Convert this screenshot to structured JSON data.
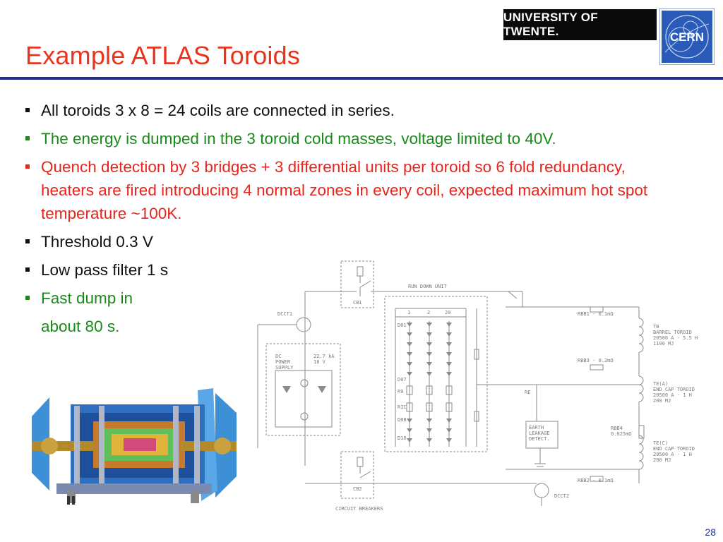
{
  "slide": {
    "title": "Example ATLAS Toroids",
    "page_number": "28"
  },
  "logos": {
    "university": "UNIVERSITY OF TWENTE.",
    "cern": "CERN"
  },
  "bullets": [
    {
      "text": "All toroids 3 x 8 = 24 coils are connected in series.",
      "color": "#111111"
    },
    {
      "text": "The energy is dumped in the 3 toroid cold masses, voltage limited to 40V.",
      "color": "#1a8a1a"
    },
    {
      "text": "Quench detection by 3 bridges + 3 differential units per toroid so 6 fold redundancy, heaters are fired introducing 4 normal zones in every coil, expected maximum hot spot temperature ~100K.",
      "color": "#e8241c"
    },
    {
      "text": "Threshold 0.3 V",
      "color": "#111111"
    },
    {
      "text": "Low pass filter 1 s",
      "color": "#111111"
    },
    {
      "text": "Fast dump in",
      "continuation": "about 80 s.",
      "color": "#1a8a1a"
    }
  ],
  "schematic": {
    "cb1": "CB1",
    "cb2": "CB2",
    "run_down_unit": "RUN DOWN UNIT",
    "dcct1": "DCCT1",
    "dcct2": "DCCT2",
    "dc_supply": [
      "DC",
      "POWER",
      "SUPPLY"
    ],
    "supply_rating": [
      "22.7 kA",
      "18 V"
    ],
    "columns": [
      "1",
      "2",
      "20"
    ],
    "row_labels": [
      "D01",
      "D07",
      "R9",
      "RIC",
      "D08",
      "D10"
    ],
    "rbb1": "RBB1 - 0.1mΩ",
    "rbb3": "RBB3 - 0.2mΩ",
    "rbb4": [
      "RBB4",
      "0.025mΩ"
    ],
    "rbb2": "RBB2 - 0.1mΩ",
    "re": "RE",
    "earth_leakage": [
      "EARTH",
      "LEAKAGE",
      "DETECT."
    ],
    "circuit_breakers": "CIRCUIT BREAKERS",
    "coil_bt": [
      "TB",
      "BARREL TOROID",
      "20500 A - 5.5 H",
      "1100 MJ"
    ],
    "coil_eca": [
      "TE(A)",
      "END CAP TOROID",
      "20500 A - 1 H",
      "200 MJ"
    ],
    "coil_ecc": [
      "TE(C)",
      "END CAP TOROID",
      "20500 A - 1 H",
      "200 MJ"
    ]
  }
}
